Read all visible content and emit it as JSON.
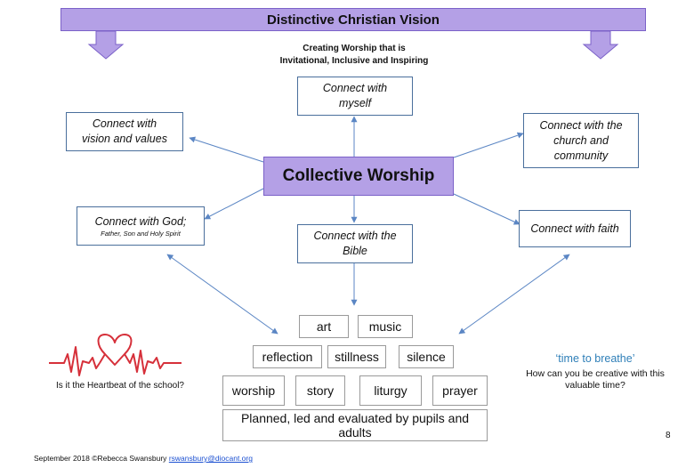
{
  "banner": {
    "title": "Distinctive Christian Vision"
  },
  "subtitle": {
    "line1": "Creating Worship that is",
    "line2": "Invitational, Inclusive and Inspiring"
  },
  "central": {
    "label": "Collective Worship"
  },
  "connections": {
    "myself": {
      "line1": "Connect with",
      "line2": "myself"
    },
    "vision": {
      "line1": "Connect with",
      "line2": "vision and values"
    },
    "church": {
      "line1": "Connect with the",
      "line2": "church and",
      "line3": "community"
    },
    "god": {
      "line1": "Connect with God;",
      "line2": "Father, Son and Holy Spirit"
    },
    "bible": {
      "line1": "Connect with the",
      "line2": "Bible"
    },
    "faith": {
      "line1": "Connect with faith"
    }
  },
  "practices": {
    "row1": [
      "art",
      "music"
    ],
    "row2": [
      "reflection",
      "stillness",
      "silence"
    ],
    "row3": [
      "worship",
      "story",
      "liturgy",
      "prayer"
    ],
    "row4": "Planned, led and evaluated by pupils and adults"
  },
  "heartbeat": {
    "caption": "Is it the Heartbeat of the school?"
  },
  "breathe": {
    "title": "‘time to breathe’",
    "text": "How can you be creative with this valuable time?"
  },
  "page_number": "8",
  "footer": {
    "text": "September 2018 ©Rebecca Swansbury",
    "email": "rswansbury@diocant.org"
  },
  "colors": {
    "purple_fill": "#b4a0e6",
    "purple_border": "#7b61c8",
    "connector_blue": "#5b86c4",
    "box_border": "#4a6f9c",
    "heart_red": "#d6303a",
    "breathe_blue": "#2f7fb8"
  }
}
